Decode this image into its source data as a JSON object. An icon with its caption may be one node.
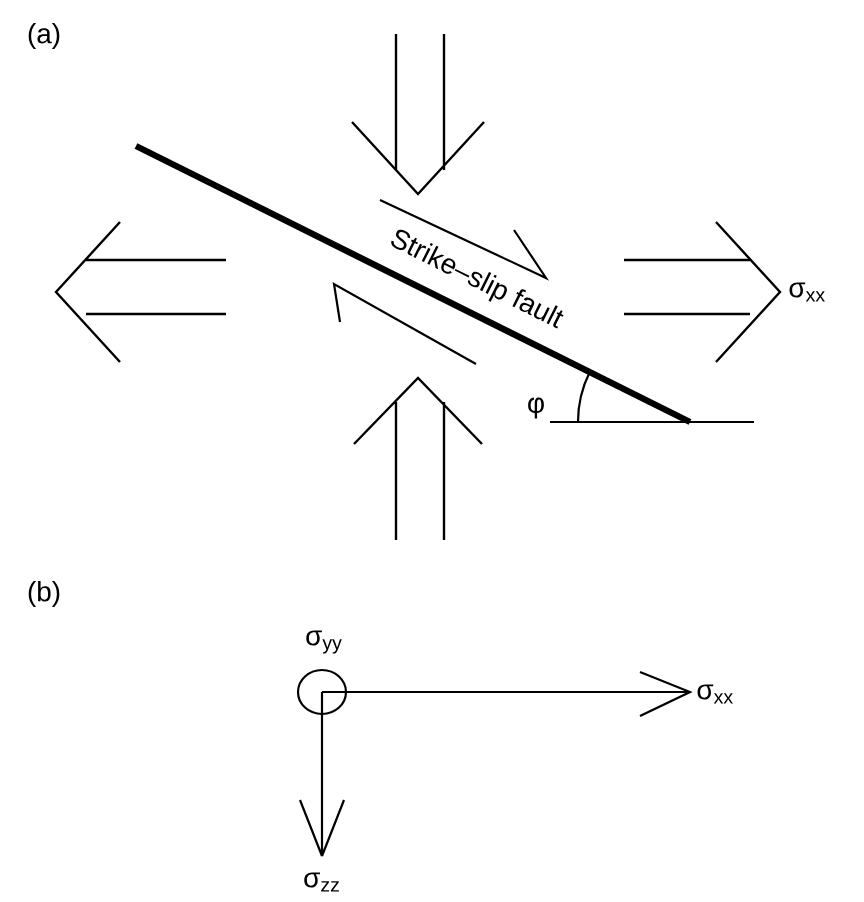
{
  "diagram": {
    "labels": [
      "(a)",
      "Strike–slip fault",
      "φ",
      "σ$_{xx}$",
      "(b)",
      "σ$_{yy}$",
      "σ$_{xx}$",
      "σ$_{zz}$"
    ]
  }
}
